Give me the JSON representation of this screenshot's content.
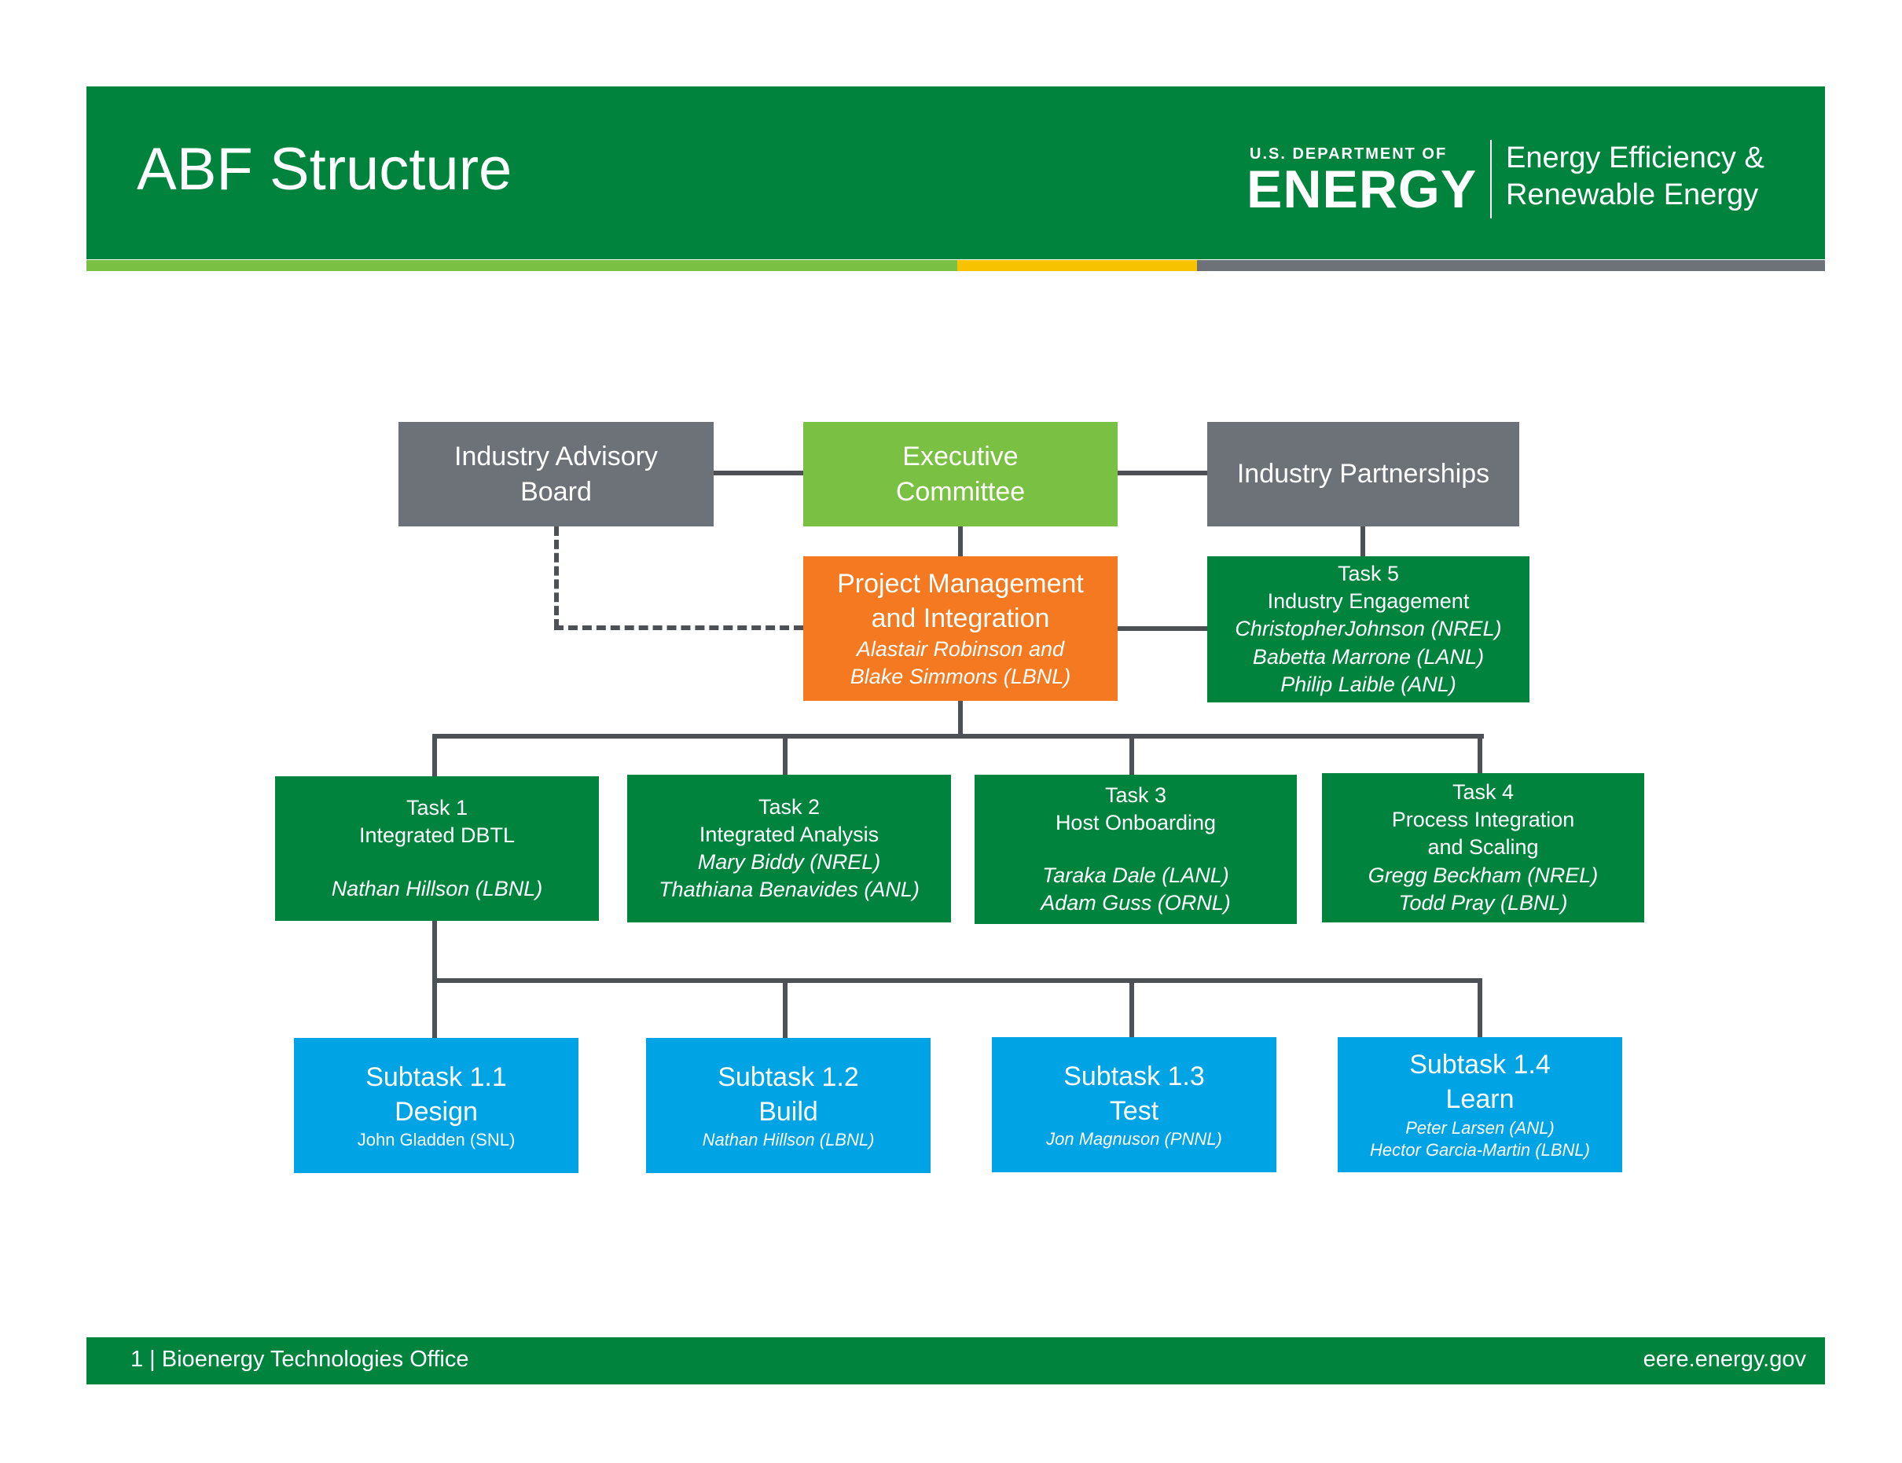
{
  "header": {
    "title": "ABF Structure",
    "doe_small": "U.S. DEPARTMENT OF",
    "doe_large": "ENERGY",
    "eere_line1": "Energy Efficiency &",
    "eere_line2": "Renewable Energy"
  },
  "footer": {
    "left": "1 | Bioenergy Technologies Office",
    "right": "eere.energy.gov"
  },
  "colors": {
    "brand_green": "#00843d",
    "lime": "#7ac143",
    "yellow": "#f7c200",
    "gray": "#6d7278",
    "orange": "#f47920",
    "blue": "#00a3e4"
  },
  "top_row": {
    "advisory": "Industry Advisory Board",
    "executive": "Executive Committee",
    "partnerships": "Industry Partnerships"
  },
  "pmi": {
    "title": "Project Management and Integration",
    "leads_line1": "Alastair Robinson and",
    "leads_line2": "Blake Simmons (LBNL)"
  },
  "task5": {
    "number": "Task 5",
    "name": "Industry Engagement",
    "people": [
      "ChristopherJohnson (NREL)",
      "Babetta Marrone (LANL)",
      "Philip Laible (ANL)"
    ]
  },
  "tasks": [
    {
      "number": "Task 1",
      "name": "Integrated DBTL",
      "people": [
        "Nathan Hillson (LBNL)"
      ]
    },
    {
      "number": "Task 2",
      "name": "Integrated Analysis",
      "people": [
        "Mary Biddy (NREL)",
        "Thathiana Benavides (ANL)"
      ]
    },
    {
      "number": "Task 3",
      "name": "Host Onboarding",
      "people": [
        "Taraka Dale (LANL)",
        "Adam Guss (ORNL)"
      ]
    },
    {
      "number": "Task 4",
      "name_line1": "Process Integration",
      "name_line2": "and Scaling",
      "people": [
        "Gregg Beckham (NREL)",
        "Todd Pray (LBNL)"
      ]
    }
  ],
  "subtasks": [
    {
      "number": "Subtask 1.1",
      "name": "Design",
      "people": [
        "John Gladden (SNL)"
      ]
    },
    {
      "number": "Subtask 1.2",
      "name": "Build",
      "people": [
        "Nathan Hillson (LBNL)"
      ]
    },
    {
      "number": "Subtask 1.3",
      "name": "Test",
      "people": [
        "Jon Magnuson (PNNL)"
      ]
    },
    {
      "number": "Subtask 1.4",
      "name": "Learn",
      "people": [
        "Peter Larsen (ANL)",
        "Hector Garcia-Martin (LBNL)"
      ]
    }
  ]
}
